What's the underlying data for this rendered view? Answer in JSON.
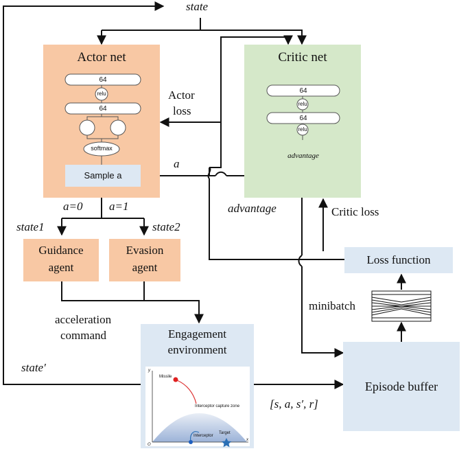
{
  "labels": {
    "state_top": "state",
    "state_prime": "state′",
    "actor_net": "Actor net",
    "critic_net": "Critic net",
    "actor_loss_1": "Actor",
    "actor_loss_2": "loss",
    "a": "a",
    "a0": "a=0",
    "a1": "a=1",
    "state1": "state1",
    "state2": "state2",
    "advantage": "advantage",
    "critic_loss": "Critic loss",
    "guidance_1": "Guidance",
    "guidance_2": "agent",
    "evasion_1": "Evasion",
    "evasion_2": "agent",
    "loss_function": "Loss function",
    "minibatch": "minibatch",
    "acceleration_1": "acceleration",
    "acceleration_2": "command",
    "engagement_1": "Engagement",
    "engagement_2": "environment",
    "episode_buffer": "Episode buffer",
    "tuple": "[s, a, s′, r]"
  },
  "actor_layers": {
    "layer1": "64",
    "relu1": "relu",
    "layer2": "64",
    "softmax": "softmax",
    "sample": "Sample a"
  },
  "critic_layers": {
    "layer1": "64",
    "relu1": "relu",
    "layer2": "64",
    "relu2": "relu",
    "output": "advantage"
  },
  "env_plot": {
    "missile": "Missile",
    "capture_zone": "Interceptor capture zone",
    "interceptor": "Interceptor",
    "target": "Target",
    "x_axis": "x",
    "y_axis": "y",
    "origin": "O"
  },
  "colors": {
    "actor": "#f8c8a4",
    "critic": "#d5e8c9",
    "agent": "#f8c8a4",
    "pale_blue": "#dde8f3",
    "line": "#111111"
  }
}
